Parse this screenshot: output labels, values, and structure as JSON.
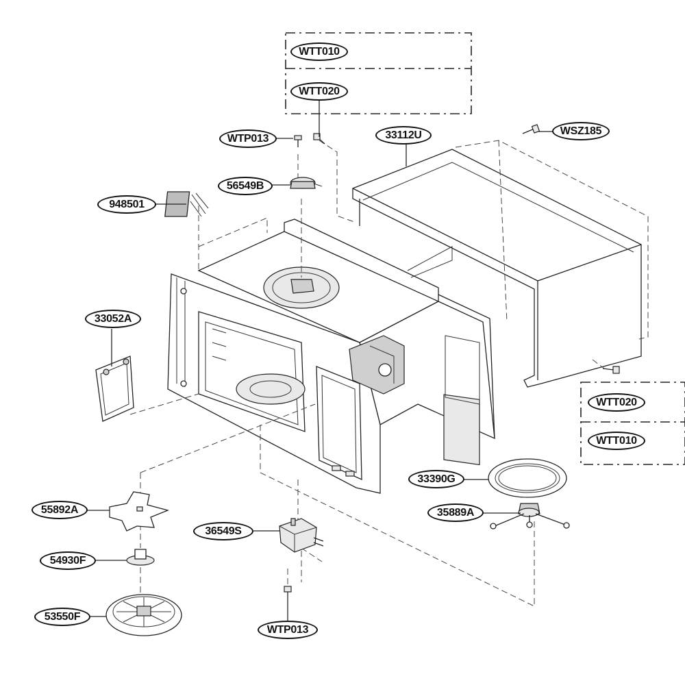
{
  "parts": {
    "wtt010_top": "WTT010",
    "wtt020_top": "WTT020",
    "wtp013_top": "WTP013",
    "p33112u": "33112U",
    "wsz185": "WSZ185",
    "p56549b": "56549B",
    "p948501": "948501",
    "p33052a": "33052A",
    "wtt020_right": "WTT020",
    "wtt010_right": "WTT010",
    "p33390g": "33390G",
    "p35889a": "35889A",
    "p55892a": "55892A",
    "p36549s": "36549S",
    "p54930f": "54930F",
    "p53550f": "53550F",
    "wtp013_bottom": "WTP013"
  }
}
